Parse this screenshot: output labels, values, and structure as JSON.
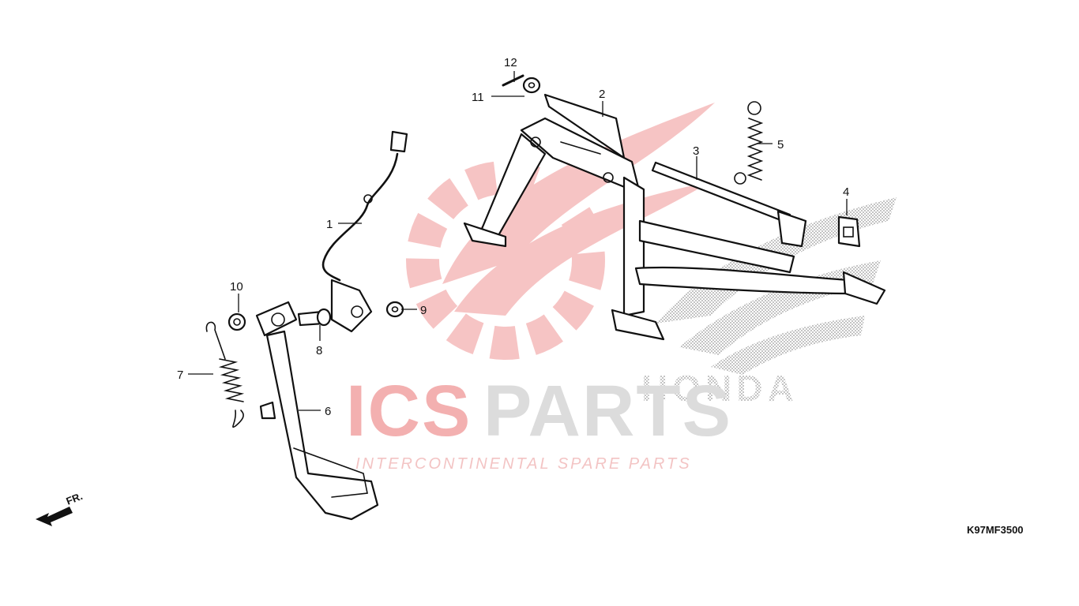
{
  "diagram": {
    "callouts": [
      {
        "id": "1",
        "label": "1"
      },
      {
        "id": "2",
        "label": "2"
      },
      {
        "id": "3",
        "label": "3"
      },
      {
        "id": "4",
        "label": "4"
      },
      {
        "id": "5",
        "label": "5"
      },
      {
        "id": "6",
        "label": "6"
      },
      {
        "id": "7",
        "label": "7"
      },
      {
        "id": "8",
        "label": "8"
      },
      {
        "id": "9",
        "label": "9"
      },
      {
        "id": "10",
        "label": "10"
      },
      {
        "id": "11",
        "label": "11"
      },
      {
        "id": "12",
        "label": "12"
      }
    ],
    "direction_label": "FR.",
    "reference_code": "K97MF3500"
  },
  "watermark": {
    "brand_ics": "ICS",
    "brand_parts": "PARTS",
    "tagline": "INTERCONTINENTAL SPARE PARTS",
    "oem_logo_text": "HONDA"
  },
  "colors": {
    "line": "#111111",
    "watermark_red": "#f08a8a",
    "watermark_grey": "#cfcfcf",
    "honda_dots": "#9a9a9a"
  }
}
